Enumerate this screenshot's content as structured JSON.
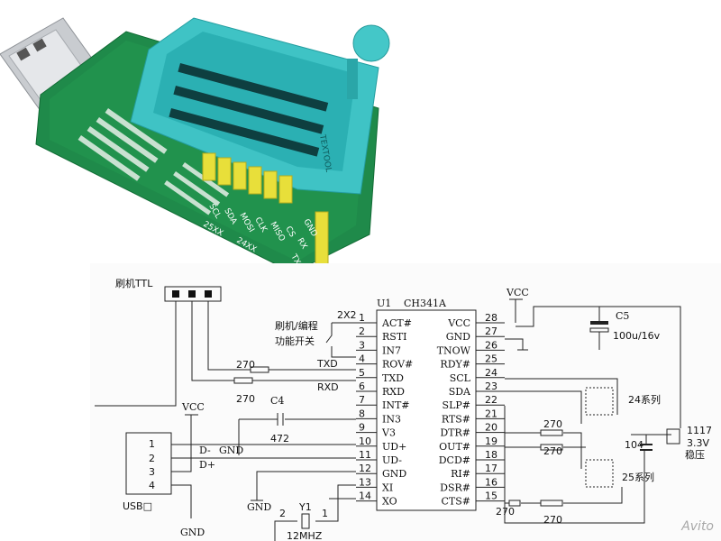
{
  "photo": {
    "silk_pins": [
      "SCL",
      "SDA",
      "MOSI",
      "CLK",
      "MISO",
      "CS"
    ],
    "silk_serial": [
      "GND",
      "RX",
      "TX"
    ],
    "silk_chip": "24XX",
    "silk_chip2": "25XX",
    "silk_socket": "TEXTOOL"
  },
  "schematic": {
    "ttl_header_label": "刷机TTL",
    "u1_ref": "U1",
    "u1_part": "CH341A",
    "switch_label_1": "刷机/编程",
    "switch_label_2": "功能开关",
    "switch_ref": "2X2",
    "left_pins": [
      {
        "num": "1",
        "name": "ACT#"
      },
      {
        "num": "2",
        "name": "RSTI"
      },
      {
        "num": "3",
        "name": "IN7"
      },
      {
        "num": "4",
        "name": "ROV#"
      },
      {
        "num": "5",
        "name": "TXD"
      },
      {
        "num": "6",
        "name": "RXD"
      },
      {
        "num": "7",
        "name": "INT#"
      },
      {
        "num": "8",
        "name": "IN3"
      },
      {
        "num": "9",
        "name": "V3"
      },
      {
        "num": "10",
        "name": "UD+"
      },
      {
        "num": "11",
        "name": "UD-"
      },
      {
        "num": "12",
        "name": "GND"
      },
      {
        "num": "13",
        "name": "XI"
      },
      {
        "num": "14",
        "name": "XO"
      }
    ],
    "right_pins": [
      {
        "num": "28",
        "name": "VCC"
      },
      {
        "num": "27",
        "name": "GND"
      },
      {
        "num": "26",
        "name": "TNOW"
      },
      {
        "num": "25",
        "name": "RDY#"
      },
      {
        "num": "24",
        "name": "SCL"
      },
      {
        "num": "23",
        "name": "SDA"
      },
      {
        "num": "22",
        "name": "SLP#"
      },
      {
        "num": "21",
        "name": "RTS#"
      },
      {
        "num": "20",
        "name": "DTR#"
      },
      {
        "num": "19",
        "name": "OUT#"
      },
      {
        "num": "18",
        "name": "DCD#"
      },
      {
        "num": "17",
        "name": "RI#"
      },
      {
        "num": "16",
        "name": "DSR#"
      },
      {
        "num": "15",
        "name": "CTS#"
      }
    ],
    "txd_label": "TXD",
    "rxd_label": "RXD",
    "r_270": "270",
    "cap_c4": "C4",
    "cap_c4_val": "472",
    "vcc": "VCC",
    "gnd": "GND",
    "usb_pins": [
      "1",
      "2",
      "3",
      "4"
    ],
    "usb_label": "USB□",
    "dminus": "D-",
    "dplus": "D+",
    "crystal_ref": "Y1",
    "crystal_val": "12MHZ",
    "xtal_pin1": "1",
    "xtal_pin2": "2",
    "c5_ref": "C5",
    "c5_val": "100u/16v",
    "cap_104": "104",
    "reg_ref": "1117",
    "reg_val": "3.3V",
    "reg_label": "稳压",
    "series_24": "24系列",
    "series_25": "25系列"
  },
  "watermark": "Avito"
}
